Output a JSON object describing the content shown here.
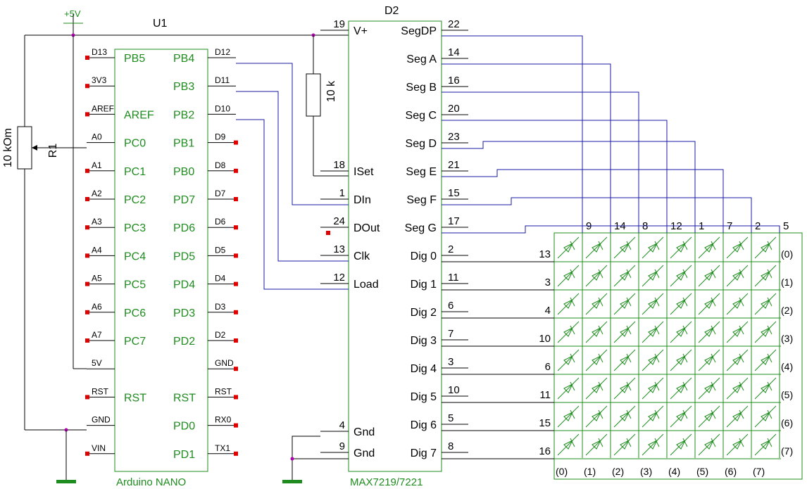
{
  "power": {
    "vcc": "+5V"
  },
  "u1": {
    "ref": "U1",
    "name": "Arduino NANO",
    "left_pins": [
      {
        "pin": "D13",
        "port": "PB5"
      },
      {
        "pin": "3V3",
        "port": ""
      },
      {
        "pin": "AREF",
        "port": "AREF"
      },
      {
        "pin": "A0",
        "port": "PC0"
      },
      {
        "pin": "A1",
        "port": "PC1"
      },
      {
        "pin": "A2",
        "port": "PC2"
      },
      {
        "pin": "A3",
        "port": "PC3"
      },
      {
        "pin": "A4",
        "port": "PC4"
      },
      {
        "pin": "A5",
        "port": "PC5"
      },
      {
        "pin": "A6",
        "port": "PC6"
      },
      {
        "pin": "A7",
        "port": "PC7"
      },
      {
        "pin": "5V",
        "port": ""
      },
      {
        "pin": "RST",
        "port": "RST"
      },
      {
        "pin": "GND",
        "port": ""
      },
      {
        "pin": "VIN",
        "port": ""
      }
    ],
    "right_pins": [
      {
        "pin": "D12",
        "port": "PB4"
      },
      {
        "pin": "D11",
        "port": "PB3"
      },
      {
        "pin": "D10",
        "port": "PB2"
      },
      {
        "pin": "D9",
        "port": "PB1"
      },
      {
        "pin": "D8",
        "port": "PB0"
      },
      {
        "pin": "D7",
        "port": "PD7"
      },
      {
        "pin": "D6",
        "port": "PD6"
      },
      {
        "pin": "D5",
        "port": "PD5"
      },
      {
        "pin": "D4",
        "port": "PD4"
      },
      {
        "pin": "D3",
        "port": "PD3"
      },
      {
        "pin": "D2",
        "port": "PD2"
      },
      {
        "pin": "GND",
        "port": ""
      },
      {
        "pin": "RST",
        "port": "RST"
      },
      {
        "pin": "RX0",
        "port": "PD0"
      },
      {
        "pin": "TX1",
        "port": "PD1"
      }
    ]
  },
  "r1": {
    "ref": "R1",
    "value": "10 kOm"
  },
  "rset": {
    "value": "10 k"
  },
  "d2": {
    "ref": "D2",
    "name": "MAX7219/7221",
    "left_pins": [
      {
        "num": "19",
        "name": "V+"
      },
      {
        "num": "18",
        "name": "ISet"
      },
      {
        "num": "1",
        "name": "DIn"
      },
      {
        "num": "24",
        "name": "DOut"
      },
      {
        "num": "13",
        "name": "Clk"
      },
      {
        "num": "12",
        "name": "Load"
      },
      {
        "num": "4",
        "name": "Gnd"
      },
      {
        "num": "9",
        "name": "Gnd"
      }
    ],
    "right_pins": [
      {
        "num": "22",
        "name": "SegDP"
      },
      {
        "num": "14",
        "name": "Seg A"
      },
      {
        "num": "16",
        "name": "Seg B"
      },
      {
        "num": "20",
        "name": "Seg C"
      },
      {
        "num": "23",
        "name": "Seg D"
      },
      {
        "num": "21",
        "name": "Seg E"
      },
      {
        "num": "15",
        "name": "Seg F"
      },
      {
        "num": "17",
        "name": "Seg G"
      },
      {
        "num": "2",
        "name": "Dig 0"
      },
      {
        "num": "11",
        "name": "Dig 1"
      },
      {
        "num": "6",
        "name": "Dig 2"
      },
      {
        "num": "7",
        "name": "Dig 3"
      },
      {
        "num": "3",
        "name": "Dig 4"
      },
      {
        "num": "10",
        "name": "Dig 5"
      },
      {
        "num": "5",
        "name": "Dig 6"
      },
      {
        "num": "8",
        "name": "Dig 7"
      }
    ]
  },
  "matrix": {
    "col_pins": [
      "9",
      "14",
      "8",
      "12",
      "1",
      "7",
      "2",
      "5"
    ],
    "row_pins": [
      "13",
      "3",
      "4",
      "10",
      "6",
      "11",
      "15",
      "16"
    ],
    "row_labels": [
      "(0)",
      "(1)",
      "(2)",
      "(3)",
      "(4)",
      "(5)",
      "(6)",
      "(7)"
    ],
    "col_labels": [
      "(0)",
      "(1)",
      "(2)",
      "(3)",
      "(4)",
      "(5)",
      "(6)",
      "(7)"
    ]
  }
}
